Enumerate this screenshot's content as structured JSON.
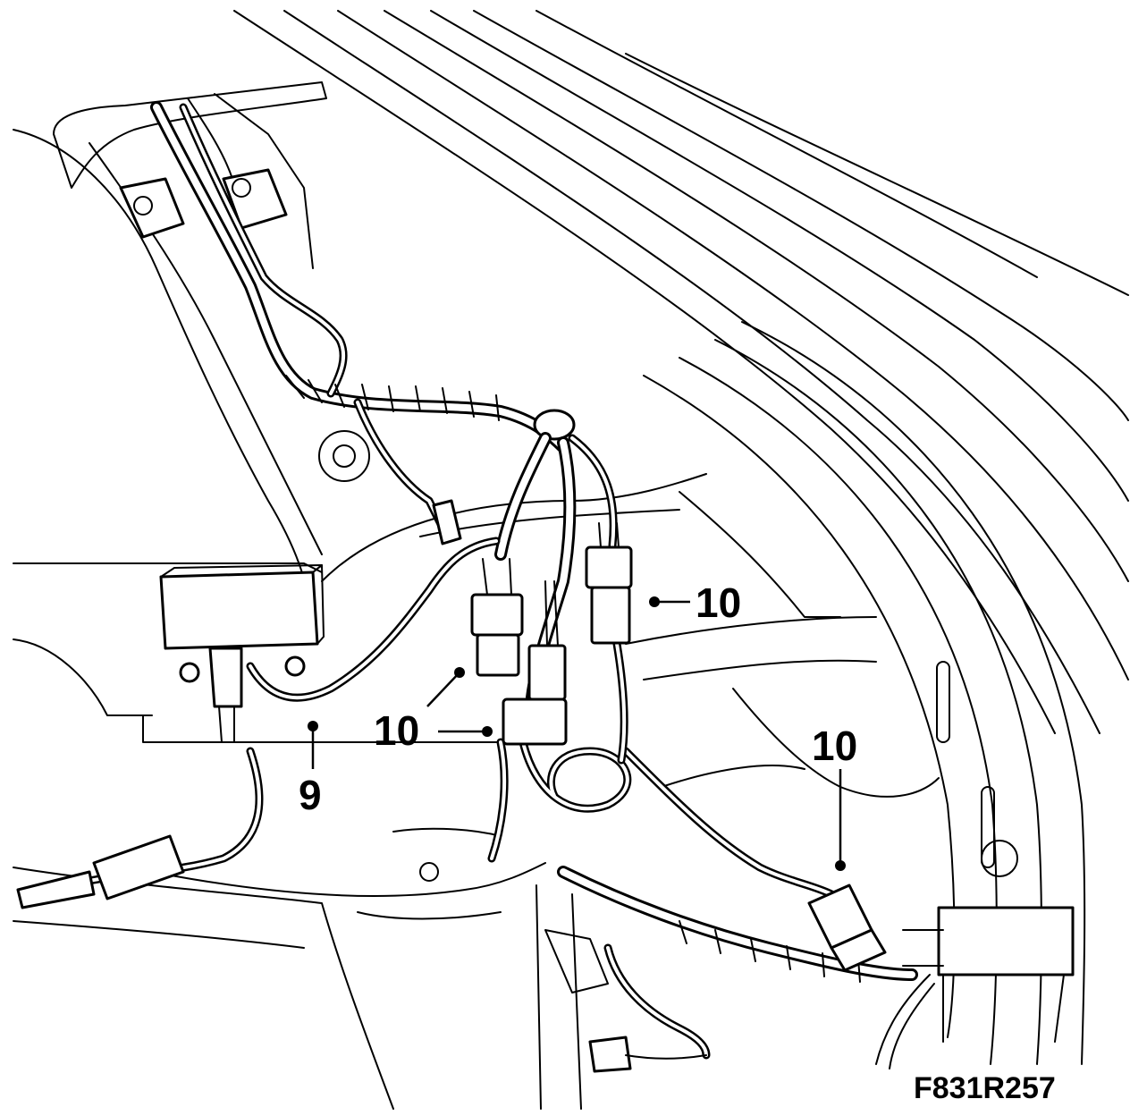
{
  "callouts": {
    "c9": {
      "label": "9"
    },
    "c10_upper_right": {
      "label": "10"
    },
    "c10_center": {
      "label": "10"
    },
    "c10_right": {
      "label": "10"
    }
  },
  "figure_id": "F831R257"
}
